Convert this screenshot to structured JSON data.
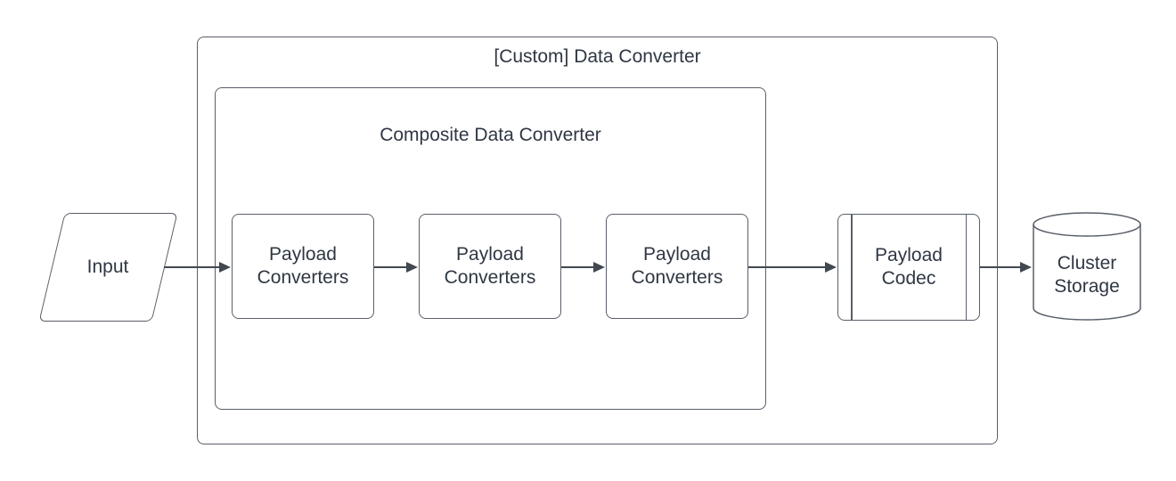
{
  "diagram": {
    "type": "flowchart",
    "groups": {
      "outer": {
        "label": "[Custom] Data Converter"
      },
      "composite": {
        "label": "Composite Data Converter"
      }
    },
    "nodes": {
      "input": {
        "shape": "parallelogram",
        "lines": [
          "Input"
        ]
      },
      "payload_converter_1": {
        "shape": "rounded-rect",
        "lines": [
          "Payload",
          "Converters"
        ]
      },
      "payload_converter_2": {
        "shape": "rounded-rect",
        "lines": [
          "Payload",
          "Converters"
        ]
      },
      "payload_converter_3": {
        "shape": "rounded-rect",
        "lines": [
          "Payload",
          "Converters"
        ]
      },
      "payload_codec": {
        "shape": "subroutine",
        "lines": [
          "Payload",
          "Codec"
        ]
      },
      "cluster_storage": {
        "shape": "cylinder",
        "lines": [
          "Cluster",
          "Storage"
        ]
      }
    },
    "edges": [
      {
        "from": "input",
        "to": "payload_converter_1",
        "arrow": "filled-triangle"
      },
      {
        "from": "payload_converter_1",
        "to": "payload_converter_2",
        "arrow": "filled-triangle"
      },
      {
        "from": "payload_converter_2",
        "to": "payload_converter_3",
        "arrow": "filled-triangle"
      },
      {
        "from": "payload_converter_3",
        "to": "payload_codec",
        "arrow": "filled-triangle"
      },
      {
        "from": "payload_codec",
        "to": "cluster_storage",
        "arrow": "filled-triangle"
      }
    ],
    "colors": {
      "stroke": "#595f69",
      "connector": "#42484f",
      "text": "#2f3743",
      "bg": "#ffffff"
    }
  }
}
